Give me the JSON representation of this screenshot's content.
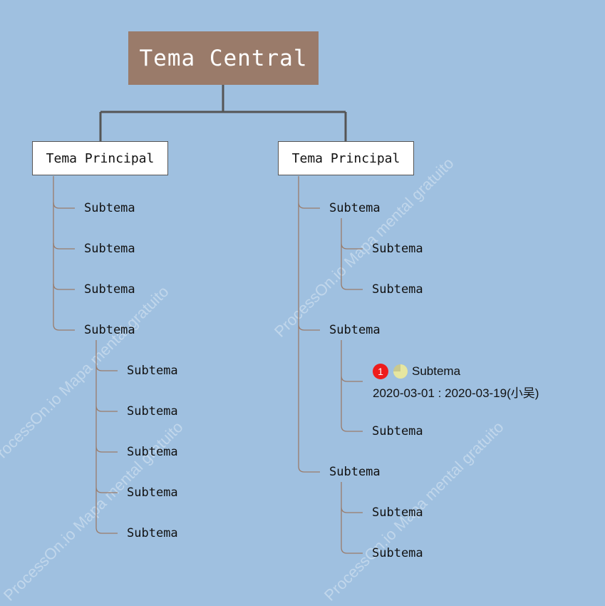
{
  "central_topic": "Tema Central",
  "main_topics": [
    {
      "label": "Tema Principal",
      "subtopics": [
        {
          "label": "Subtema"
        },
        {
          "label": "Subtema"
        },
        {
          "label": "Subtema"
        },
        {
          "label": "Subtema",
          "children": [
            "Subtema",
            "Subtema",
            "Subtema",
            "Subtema",
            "Subtema"
          ]
        }
      ]
    },
    {
      "label": "Tema Principal",
      "subtopics": [
        {
          "label": "Subtema",
          "children": [
            "Subtema",
            "Subtema"
          ]
        },
        {
          "label": "Subtema",
          "children": [
            "Subtema",
            "Subtema"
          ]
        },
        {
          "label": "Subtema",
          "children": [
            "Subtema",
            "Subtema"
          ]
        }
      ]
    }
  ],
  "task": {
    "priority": "1",
    "label": "Subtema",
    "dates": "2020-03-01 : 2020-03-19(小吴)"
  },
  "watermark": "ProcessOn.io Mapa mental gratuito",
  "colors": {
    "background": "#9fc0e0",
    "central_fill": "#9a7b6a",
    "connector_main": "#555555",
    "connector_sub": "#9a7b6a",
    "priority_badge": "#ee1c1c",
    "progress": "#d8d88a"
  }
}
